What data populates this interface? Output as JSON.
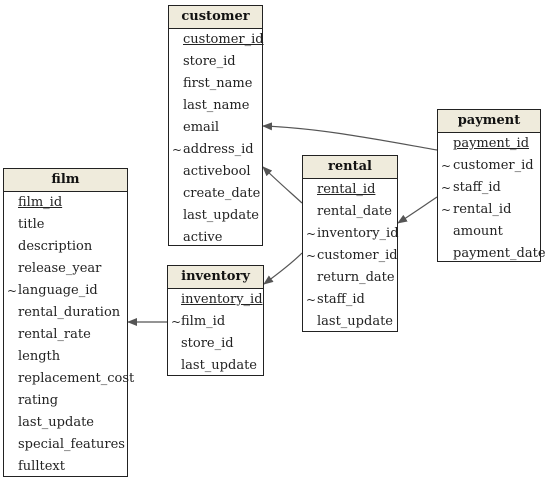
{
  "colors": {
    "header_fill": "#efebdc",
    "border": "#222222",
    "edge": "#555555"
  },
  "tables": {
    "customer": {
      "name": "customer",
      "fields": [
        {
          "name": "customer_id",
          "pk": true,
          "fk": false
        },
        {
          "name": "store_id",
          "pk": false,
          "fk": false
        },
        {
          "name": "first_name",
          "pk": false,
          "fk": false
        },
        {
          "name": "last_name",
          "pk": false,
          "fk": false
        },
        {
          "name": "email",
          "pk": false,
          "fk": false
        },
        {
          "name": "address_id",
          "pk": false,
          "fk": true
        },
        {
          "name": "activebool",
          "pk": false,
          "fk": false
        },
        {
          "name": "create_date",
          "pk": false,
          "fk": false
        },
        {
          "name": "last_update",
          "pk": false,
          "fk": false
        },
        {
          "name": "active",
          "pk": false,
          "fk": false
        }
      ]
    },
    "payment": {
      "name": "payment",
      "fields": [
        {
          "name": "payment_id",
          "pk": true,
          "fk": false
        },
        {
          "name": "customer_id",
          "pk": false,
          "fk": true
        },
        {
          "name": "staff_id",
          "pk": false,
          "fk": true
        },
        {
          "name": "rental_id",
          "pk": false,
          "fk": true
        },
        {
          "name": "amount",
          "pk": false,
          "fk": false
        },
        {
          "name": "payment_date",
          "pk": false,
          "fk": false
        }
      ]
    },
    "rental": {
      "name": "rental",
      "fields": [
        {
          "name": "rental_id",
          "pk": true,
          "fk": false
        },
        {
          "name": "rental_date",
          "pk": false,
          "fk": false
        },
        {
          "name": "inventory_id",
          "pk": false,
          "fk": true
        },
        {
          "name": "customer_id",
          "pk": false,
          "fk": true
        },
        {
          "name": "return_date",
          "pk": false,
          "fk": false
        },
        {
          "name": "staff_id",
          "pk": false,
          "fk": true
        },
        {
          "name": "last_update",
          "pk": false,
          "fk": false
        }
      ]
    },
    "film": {
      "name": "film",
      "fields": [
        {
          "name": "film_id",
          "pk": true,
          "fk": false
        },
        {
          "name": "title",
          "pk": false,
          "fk": false
        },
        {
          "name": "description",
          "pk": false,
          "fk": false
        },
        {
          "name": "release_year",
          "pk": false,
          "fk": false
        },
        {
          "name": "language_id",
          "pk": false,
          "fk": true
        },
        {
          "name": "rental_duration",
          "pk": false,
          "fk": false
        },
        {
          "name": "rental_rate",
          "pk": false,
          "fk": false
        },
        {
          "name": "length",
          "pk": false,
          "fk": false
        },
        {
          "name": "replacement_cost",
          "pk": false,
          "fk": false
        },
        {
          "name": "rating",
          "pk": false,
          "fk": false
        },
        {
          "name": "last_update",
          "pk": false,
          "fk": false
        },
        {
          "name": "special_features",
          "pk": false,
          "fk": false
        },
        {
          "name": "fulltext",
          "pk": false,
          "fk": false
        }
      ]
    },
    "inventory": {
      "name": "inventory",
      "fields": [
        {
          "name": "inventory_id",
          "pk": true,
          "fk": false
        },
        {
          "name": "film_id",
          "pk": false,
          "fk": true
        },
        {
          "name": "store_id",
          "pk": false,
          "fk": false
        },
        {
          "name": "last_update",
          "pk": false,
          "fk": false
        }
      ]
    }
  },
  "fk_marker": "~",
  "relationships": [
    {
      "from": "payment",
      "to": "customer"
    },
    {
      "from": "payment",
      "to": "rental"
    },
    {
      "from": "rental",
      "to": "customer"
    },
    {
      "from": "rental",
      "to": "inventory"
    },
    {
      "from": "inventory",
      "to": "film"
    }
  ]
}
